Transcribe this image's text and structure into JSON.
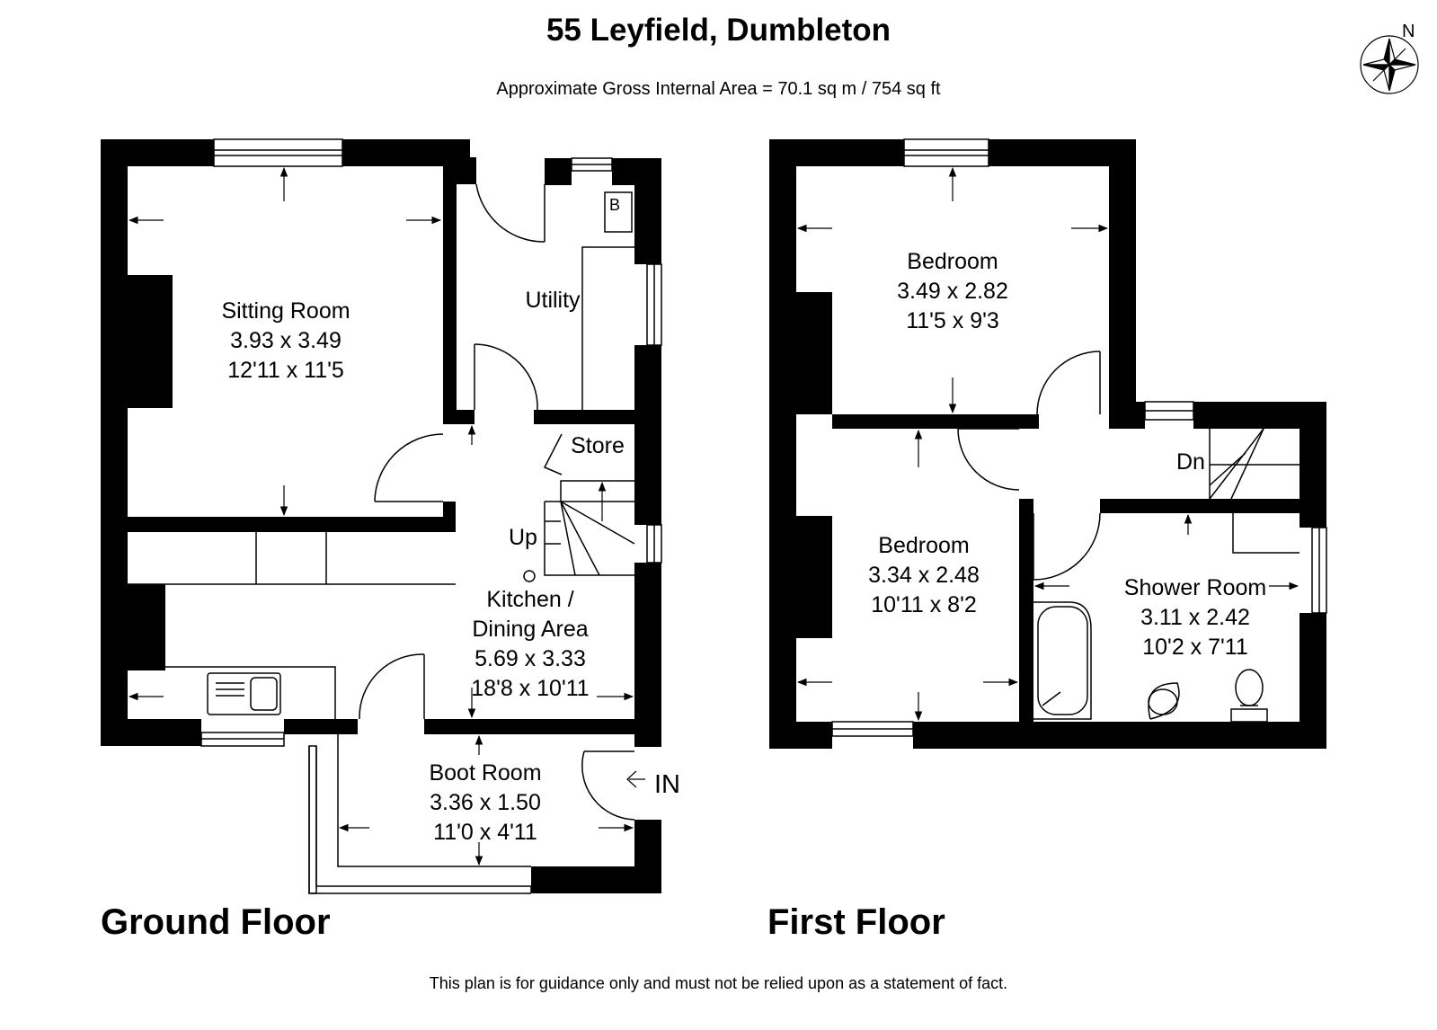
{
  "title": "55 Leyfield, Dumbleton",
  "subtitle": "Approximate Gross Internal Area = 70.1 sq m / 754 sq ft",
  "disclaimer": "This plan is for guidance only and must not be relied upon as a statement of fact.",
  "compass": {
    "label": "N"
  },
  "ground_floor": {
    "label": "Ground Floor",
    "rooms": {
      "sitting_room": {
        "name": "Sitting Room",
        "metric": "3.93 x 3.49",
        "imperial": "12'11 x 11'5"
      },
      "utility": {
        "name": "Utility"
      },
      "store": {
        "name": "Store"
      },
      "kitchen": {
        "name_line1": "Kitchen /",
        "name_line2": "Dining Area",
        "metric": "5.69 x 3.33",
        "imperial": "18'8 x 10'11"
      },
      "boot_room": {
        "name": "Boot Room",
        "metric": "3.36 x 1.50",
        "imperial": "11'0 x 4'11"
      }
    },
    "boiler_label": "B",
    "stairs_label": "Up",
    "entrance_label": "IN"
  },
  "first_floor": {
    "label": "First Floor",
    "rooms": {
      "bedroom_1": {
        "name": "Bedroom",
        "metric": "3.49 x 2.82",
        "imperial": "11'5 x 9'3"
      },
      "bedroom_2": {
        "name": "Bedroom",
        "metric": "3.34 x 2.48",
        "imperial": "10'11 x 8'2"
      },
      "shower_room": {
        "name": "Shower Room",
        "metric": "3.11 x 2.42",
        "imperial": "10'2 x 7'11"
      }
    },
    "stairs_label": "Dn"
  }
}
